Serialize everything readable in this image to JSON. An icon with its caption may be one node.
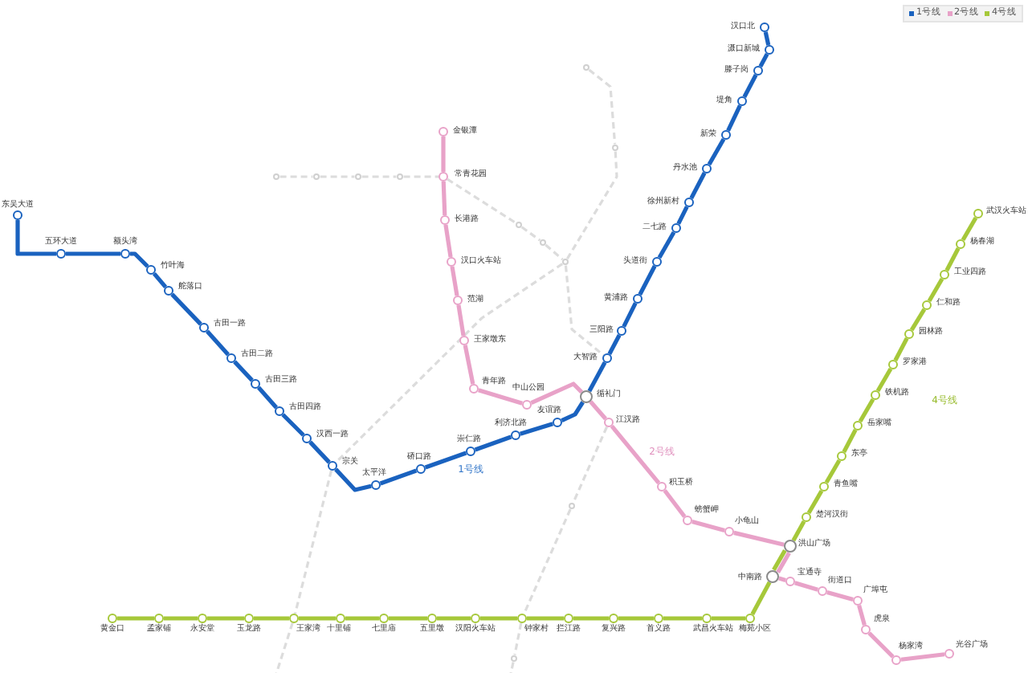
{
  "diagram": {
    "nodes": [
      {
        "text": [],
        "shape": "circle",
        "beside": [
          "东吴大道"
        ]
      },
      {
        "text": [],
        "shape": "circle",
        "beside": [
          "五环大道"
        ]
      },
      {
        "text": [],
        "shape": "circle",
        "beside": [
          "额头湾"
        ]
      },
      {
        "text": [],
        "shape": "circle",
        "beside": [
          "竹叶海"
        ]
      },
      {
        "text": [],
        "shape": "circle",
        "beside": [
          "舵落口"
        ]
      },
      {
        "text": [],
        "shape": "circle",
        "beside": [
          "古田一路"
        ]
      },
      {
        "text": [],
        "shape": "circle",
        "beside": [
          "古田二路"
        ]
      },
      {
        "text": [],
        "shape": "circle",
        "beside": [
          "古田三路"
        ]
      },
      {
        "text": [],
        "shape": "circle",
        "beside": [
          "古田四路"
        ]
      },
      {
        "text": [],
        "shape": "circle",
        "beside": [
          "汉西一路"
        ]
      },
      {
        "text": [],
        "shape": "circle",
        "beside": [
          "宗关"
        ]
      },
      {
        "text": [],
        "shape": "circle",
        "beside": [
          "太平洋"
        ]
      },
      {
        "text": [],
        "shape": "circle",
        "beside": [
          "硚口路"
        ]
      },
      {
        "text": [],
        "shape": "circle",
        "beside": [
          "崇仁路"
        ]
      },
      {
        "text": [],
        "shape": "circle",
        "beside": [
          "利济北路"
        ]
      },
      {
        "text": [],
        "shape": "circle",
        "beside": [
          "友谊路"
        ]
      },
      {
        "text": [],
        "shape": "circle",
        "beside": [
          "循礼门"
        ]
      },
      {
        "text": [],
        "shape": "circle",
        "beside": [
          "大智路"
        ]
      },
      {
        "text": [],
        "shape": "circle",
        "beside": [
          "三阳路"
        ]
      },
      {
        "text": [],
        "shape": "circle",
        "beside": [
          "黄浦路"
        ]
      },
      {
        "text": [],
        "shape": "circle",
        "beside": [
          "头道街"
        ]
      },
      {
        "text": [],
        "shape": "circle",
        "beside": [
          "二七路"
        ]
      },
      {
        "text": [],
        "shape": "circle",
        "beside": [
          "徐州新村"
        ]
      },
      {
        "text": [],
        "shape": "circle",
        "beside": [
          "丹水池"
        ]
      },
      {
        "text": [],
        "shape": "circle",
        "beside": [
          "新荣"
        ]
      },
      {
        "text": [],
        "shape": "circle",
        "beside": [
          "堤角"
        ]
      },
      {
        "text": [],
        "shape": "circle",
        "beside": [
          "滕子岗"
        ]
      },
      {
        "text": [],
        "shape": "circle",
        "beside": [
          "滠口新城"
        ]
      },
      {
        "text": [],
        "shape": "circle",
        "beside": [
          "汉口北"
        ]
      },
      {
        "text": [],
        "shape": "circle",
        "beside": [
          "金银潭"
        ]
      },
      {
        "text": [],
        "shape": "circle",
        "beside": [
          "常青花园"
        ]
      },
      {
        "text": [],
        "shape": "circle",
        "beside": [
          "长港路"
        ]
      },
      {
        "text": [],
        "shape": "circle",
        "beside": [
          "汉口火车站"
        ]
      },
      {
        "text": [],
        "shape": "circle",
        "beside": [
          "范湖"
        ]
      },
      {
        "text": [],
        "shape": "circle",
        "beside": [
          "王家墩东"
        ]
      },
      {
        "text": [],
        "shape": "circle",
        "beside": [
          "青年路"
        ]
      },
      {
        "text": [],
        "shape": "circle",
        "beside": [
          "中山公园"
        ]
      },
      {
        "text": [],
        "shape": "circle",
        "beside": [
          "江汉路"
        ]
      },
      {
        "text": [],
        "shape": "circle",
        "beside": [
          "积玉桥"
        ]
      },
      {
        "text": [],
        "shape": "circle",
        "beside": [
          "螃蟹岬"
        ]
      },
      {
        "text": [],
        "shape": "circle",
        "beside": [
          "小龟山"
        ]
      },
      {
        "text": [],
        "shape": "circle",
        "beside": [
          "洪山广场"
        ]
      },
      {
        "text": [],
        "shape": "circle",
        "beside": [
          "中南路"
        ]
      },
      {
        "text": [],
        "shape": "circle",
        "beside": [
          "宝通寺"
        ]
      },
      {
        "text": [],
        "shape": "circle",
        "beside": [
          "街道口"
        ]
      },
      {
        "text": [],
        "shape": "circle",
        "beside": [
          "广埠屯"
        ]
      },
      {
        "text": [],
        "shape": "circle",
        "beside": [
          "虎泉"
        ]
      },
      {
        "text": [],
        "shape": "circle",
        "beside": [
          "杨家湾"
        ]
      },
      {
        "text": [],
        "shape": "circle",
        "beside": [
          "光谷广场"
        ]
      },
      {
        "text": [],
        "shape": "circle",
        "beside": [
          "黄金口"
        ]
      },
      {
        "text": [],
        "shape": "circle",
        "beside": [
          "孟家铺"
        ]
      },
      {
        "text": [],
        "shape": "circle",
        "beside": [
          "永安堂"
        ]
      },
      {
        "text": [],
        "shape": "circle",
        "beside": [
          "玉龙路"
        ]
      },
      {
        "text": [],
        "shape": "circle",
        "beside": [
          "王家湾"
        ]
      },
      {
        "text": [],
        "shape": "circle",
        "beside": [
          "十里铺"
        ]
      },
      {
        "text": [],
        "shape": "circle",
        "beside": [
          "七里庙"
        ]
      },
      {
        "text": [],
        "shape": "circle",
        "beside": [
          "五里墩"
        ]
      },
      {
        "text": [],
        "shape": "circle",
        "beside": [
          "汉阳火车站"
        ]
      },
      {
        "text": [],
        "shape": "circle",
        "beside": [
          "钟家村"
        ]
      },
      {
        "text": [],
        "shape": "circle",
        "beside": [
          "拦江路"
        ]
      },
      {
        "text": [],
        "shape": "circle",
        "beside": [
          "复兴路"
        ]
      },
      {
        "text": [],
        "shape": "circle",
        "beside": [
          "首义路"
        ]
      },
      {
        "text": [],
        "shape": "circle",
        "beside": [
          "武昌火车站"
        ]
      },
      {
        "text": [],
        "shape": "circle",
        "beside": [
          "梅苑小区"
        ]
      },
      {
        "text": [],
        "shape": "circle",
        "beside": [
          "楚河汉街"
        ]
      },
      {
        "text": [],
        "shape": "circle",
        "beside": [
          "青鱼嘴"
        ]
      },
      {
        "text": [],
        "shape": "circle",
        "beside": [
          "东亭"
        ]
      },
      {
        "text": [],
        "shape": "circle",
        "beside": [
          "岳家嘴"
        ]
      },
      {
        "text": [],
        "shape": "circle",
        "beside": [
          "铁机路"
        ]
      },
      {
        "text": [],
        "shape": "circle",
        "beside": [
          "罗家港"
        ]
      },
      {
        "text": [],
        "shape": "circle",
        "beside": [
          "园林路"
        ]
      },
      {
        "text": [],
        "shape": "circle",
        "beside": [
          "仁和路"
        ]
      },
      {
        "text": [],
        "shape": "circle",
        "beside": [
          "工业四路"
        ]
      },
      {
        "text": [],
        "shape": "circle",
        "beside": [
          "杨春湖"
        ]
      },
      {
        "text": [],
        "shape": "circle",
        "beside": [
          "武汉火车站"
        ]
      },
      {
        "text": [],
        "shape": "circle"
      },
      {
        "text": [],
        "shape": "circle"
      },
      {
        "text": [],
        "shape": "circle"
      },
      {
        "text": [],
        "shape": "circle"
      },
      {
        "text": [],
        "shape": "circle"
      },
      {
        "text": [],
        "shape": "circle"
      },
      {
        "text": [],
        "shape": "circle"
      },
      {
        "text": [],
        "shape": "circle"
      },
      {
        "text": [],
        "shape": "circle"
      },
      {
        "text": [],
        "shape": "circle"
      },
      {
        "text": [],
        "shape": "circle"
      }
    ],
    "edges": [
      {
        "from": 0,
        "to": 1,
        "arrow": "none"
      },
      {
        "from": 1,
        "to": 2,
        "arrow": "none"
      },
      {
        "from": 2,
        "to": 3,
        "arrow": "none"
      },
      {
        "from": 3,
        "to": 4,
        "arrow": "none"
      },
      {
        "from": 4,
        "to": 5,
        "arrow": "none"
      },
      {
        "from": 5,
        "to": 6,
        "arrow": "none"
      },
      {
        "from": 6,
        "to": 7,
        "arrow": "none"
      },
      {
        "from": 7,
        "to": 8,
        "arrow": "none"
      },
      {
        "from": 8,
        "to": 9,
        "arrow": "none"
      },
      {
        "from": 9,
        "to": 10,
        "arrow": "none"
      },
      {
        "from": 10,
        "to": 11,
        "arrow": "none"
      },
      {
        "from": 11,
        "to": 12,
        "arrow": "none"
      },
      {
        "from": 12,
        "to": 13,
        "arrow": "none"
      },
      {
        "from": 13,
        "to": 14,
        "arrow": "none"
      },
      {
        "from": 14,
        "to": 15,
        "arrow": "none"
      },
      {
        "from": 15,
        "to": 16,
        "arrow": "none"
      },
      {
        "from": 16,
        "to": 17,
        "arrow": "none"
      },
      {
        "from": 17,
        "to": 18,
        "arrow": "none"
      },
      {
        "from": 18,
        "to": 19,
        "arrow": "none"
      },
      {
        "from": 19,
        "to": 20,
        "arrow": "none"
      },
      {
        "from": 20,
        "to": 21,
        "arrow": "none"
      },
      {
        "from": 21,
        "to": 22,
        "arrow": "none"
      },
      {
        "from": 22,
        "to": 23,
        "arrow": "none"
      },
      {
        "from": 23,
        "to": 24,
        "arrow": "none"
      },
      {
        "from": 24,
        "to": 25,
        "arrow": "none"
      },
      {
        "from": 25,
        "to": 26,
        "arrow": "none"
      },
      {
        "from": 26,
        "to": 27,
        "arrow": "none"
      },
      {
        "from": 27,
        "to": 28,
        "arrow": "none"
      },
      {
        "from": 29,
        "to": 30,
        "arrow": "none",
        "color": "#e8a2c8"
      },
      {
        "from": 30,
        "to": 31,
        "arrow": "none",
        "color": "#e8a2c8"
      },
      {
        "from": 31,
        "to": 32,
        "arrow": "none",
        "color": "#e8a2c8"
      },
      {
        "from": 32,
        "to": 33,
        "arrow": "none",
        "color": "#e8a2c8"
      },
      {
        "from": 33,
        "to": 34,
        "arrow": "none",
        "color": "#e8a2c8"
      },
      {
        "from": 34,
        "to": 35,
        "arrow": "none",
        "color": "#e8a2c8"
      },
      {
        "from": 35,
        "to": 36,
        "arrow": "none",
        "color": "#e8a2c8"
      },
      {
        "from": 36,
        "to": 16,
        "arrow": "none",
        "color": "#e8a2c8"
      },
      {
        "from": 16,
        "to": 37,
        "arrow": "none",
        "color": "#e8a2c8"
      },
      {
        "from": 37,
        "to": 38,
        "arrow": "none",
        "color": "#e8a2c8"
      },
      {
        "from": 38,
        "to": 39,
        "arrow": "none",
        "color": "#e8a2c8"
      },
      {
        "from": 39,
        "to": 40,
        "arrow": "none",
        "color": "#e8a2c8"
      },
      {
        "from": 40,
        "to": 41,
        "arrow": "none",
        "color": "#e8a2c8"
      },
      {
        "from": 41,
        "to": 42,
        "arrow": "none",
        "color": "#e8a2c8"
      },
      {
        "from": 42,
        "to": 43,
        "arrow": "none",
        "color": "#e8a2c8"
      },
      {
        "from": 43,
        "to": 44,
        "arrow": "none",
        "color": "#e8a2c8"
      },
      {
        "from": 44,
        "to": 45,
        "arrow": "none",
        "color": "#e8a2c8"
      },
      {
        "from": 45,
        "to": 46,
        "arrow": "none",
        "color": "#e8a2c8"
      },
      {
        "from": 46,
        "to": 47,
        "arrow": "none",
        "color": "#e8a2c8"
      },
      {
        "from": 47,
        "to": 48,
        "arrow": "none",
        "color": "#e8a2c8"
      },
      {
        "from": 49,
        "to": 50,
        "arrow": "none",
        "color": "#a6c83a"
      },
      {
        "from": 50,
        "to": 51,
        "arrow": "none",
        "color": "#a6c83a"
      },
      {
        "from": 51,
        "to": 52,
        "arrow": "none",
        "color": "#a6c83a"
      },
      {
        "from": 52,
        "to": 53,
        "arrow": "none",
        "color": "#a6c83a"
      },
      {
        "from": 53,
        "to": 54,
        "arrow": "none",
        "color": "#a6c83a"
      },
      {
        "from": 54,
        "to": 55,
        "arrow": "none",
        "color": "#a6c83a"
      },
      {
        "from": 55,
        "to": 56,
        "arrow": "none",
        "color": "#a6c83a"
      },
      {
        "from": 56,
        "to": 57,
        "arrow": "none",
        "color": "#a6c83a"
      },
      {
        "from": 57,
        "to": 58,
        "arrow": "none",
        "color": "#a6c83a"
      },
      {
        "from": 58,
        "to": 59,
        "arrow": "none",
        "color": "#a6c83a"
      },
      {
        "from": 59,
        "to": 60,
        "arrow": "none",
        "color": "#a6c83a"
      },
      {
        "from": 60,
        "to": 61,
        "arrow": "none",
        "color": "#a6c83a"
      },
      {
        "from": 61,
        "to": 62,
        "arrow": "none",
        "color": "#a6c83a"
      },
      {
        "from": 62,
        "to": 63,
        "arrow": "none",
        "color": "#a6c83a"
      },
      {
        "from": 63,
        "to": 42,
        "arrow": "none",
        "color": "#a6c83a"
      },
      {
        "from": 42,
        "to": 41,
        "arrow": "none",
        "color": "#a6c83a"
      },
      {
        "from": 41,
        "to": 64,
        "arrow": "none",
        "color": "#a6c83a"
      },
      {
        "from": 64,
        "to": 65,
        "arrow": "none",
        "color": "#a6c83a"
      },
      {
        "from": 65,
        "to": 66,
        "arrow": "none",
        "color": "#a6c83a"
      },
      {
        "from": 66,
        "to": 67,
        "arrow": "none",
        "color": "#a6c83a"
      },
      {
        "from": 67,
        "to": 68,
        "arrow": "none",
        "color": "#a6c83a"
      },
      {
        "from": 68,
        "to": 69,
        "arrow": "none",
        "color": "#a6c83a"
      },
      {
        "from": 69,
        "to": 70,
        "arrow": "none",
        "color": "#a6c83a"
      },
      {
        "from": 70,
        "to": 71,
        "arrow": "none",
        "color": "#a6c83a"
      },
      {
        "from": 71,
        "to": 72,
        "arrow": "none",
        "color": "#a6c83a"
      },
      {
        "from": 72,
        "to": 73,
        "arrow": "none",
        "color": "#a6c83a"
      },
      {
        "from": 73,
        "to": 74,
        "arrow": "none",
        "color": "#a6c83a"
      },
      {
        "from": 75,
        "to": 76,
        "arrow": "none",
        "style": "dashed",
        "color": "#dcdcdc"
      },
      {
        "from": 76,
        "to": 77,
        "arrow": "none",
        "style": "dashed",
        "color": "#dcdcdc"
      },
      {
        "from": 77,
        "to": 78,
        "arrow": "none",
        "style": "dashed",
        "color": "#dcdcdc"
      },
      {
        "from": 78,
        "to": 30,
        "arrow": "none",
        "style": "dashed",
        "color": "#dcdcdc"
      },
      {
        "from": 30,
        "to": 79,
        "arrow": "none",
        "style": "dashed",
        "color": "#dcdcdc"
      },
      {
        "from": 79,
        "to": 80,
        "arrow": "none",
        "style": "dashed",
        "color": "#dcdcdc"
      },
      {
        "from": 80,
        "to": 81,
        "arrow": "none",
        "style": "dashed",
        "color": "#dcdcdc"
      },
      {
        "from": 81,
        "to": 17,
        "arrow": "none",
        "style": "dashed",
        "color": "#dcdcdc"
      },
      {
        "from": 82,
        "to": 83,
        "arrow": "none",
        "style": "dashed",
        "color": "#dcdcdc"
      },
      {
        "from": 83,
        "to": 81,
        "arrow": "none",
        "style": "dashed",
        "color": "#dcdcdc"
      },
      {
        "from": 81,
        "to": 10,
        "arrow": "none",
        "style": "dashed",
        "color": "#dcdcdc"
      },
      {
        "from": 10,
        "to": 53,
        "arrow": "none",
        "style": "dashed",
        "color": "#dcdcdc"
      },
      {
        "from": 53,
        "to": null,
        "arrow": "none",
        "style": "dashed",
        "color": "#dcdcdc"
      },
      {
        "from": 37,
        "to": 84,
        "arrow": "none",
        "style": "dashed",
        "color": "#dcdcdc"
      },
      {
        "from": 84,
        "to": 58,
        "arrow": "none",
        "style": "dashed",
        "color": "#dcdcdc"
      },
      {
        "from": 58,
        "to": 85,
        "arrow": "none",
        "style": "dashed",
        "color": "#dcdcdc"
      },
      {
        "from": 85,
        "to": null,
        "arrow": "none",
        "style": "dashed",
        "color": "#dcdcdc"
      }
    ],
    "labels": [
      "4号线",
      "2号线",
      "1号线"
    ],
    "legend": [
      {
        "text": "1号线",
        "color": "#1a62bf"
      },
      {
        "text": "2号线",
        "color": "#e8a2c8"
      },
      {
        "text": "4号线",
        "color": "#a6c83a"
      }
    ]
  }
}
